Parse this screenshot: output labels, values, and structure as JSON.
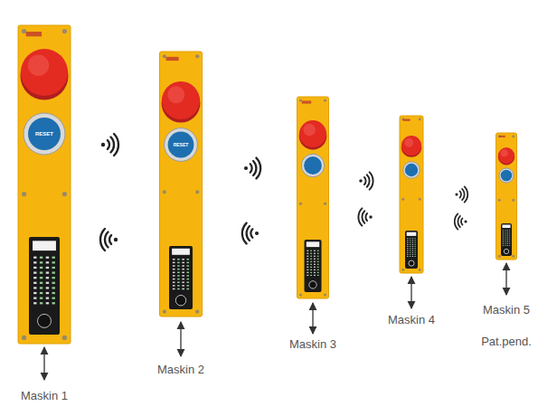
{
  "diagram": {
    "labels": [
      "Maskin 1",
      "Maskin 2",
      "Maskin 3",
      "Maskin 4",
      "Maskin 5",
      "Pat.pend.",
      "RESET",
      "RESET"
    ]
  }
}
